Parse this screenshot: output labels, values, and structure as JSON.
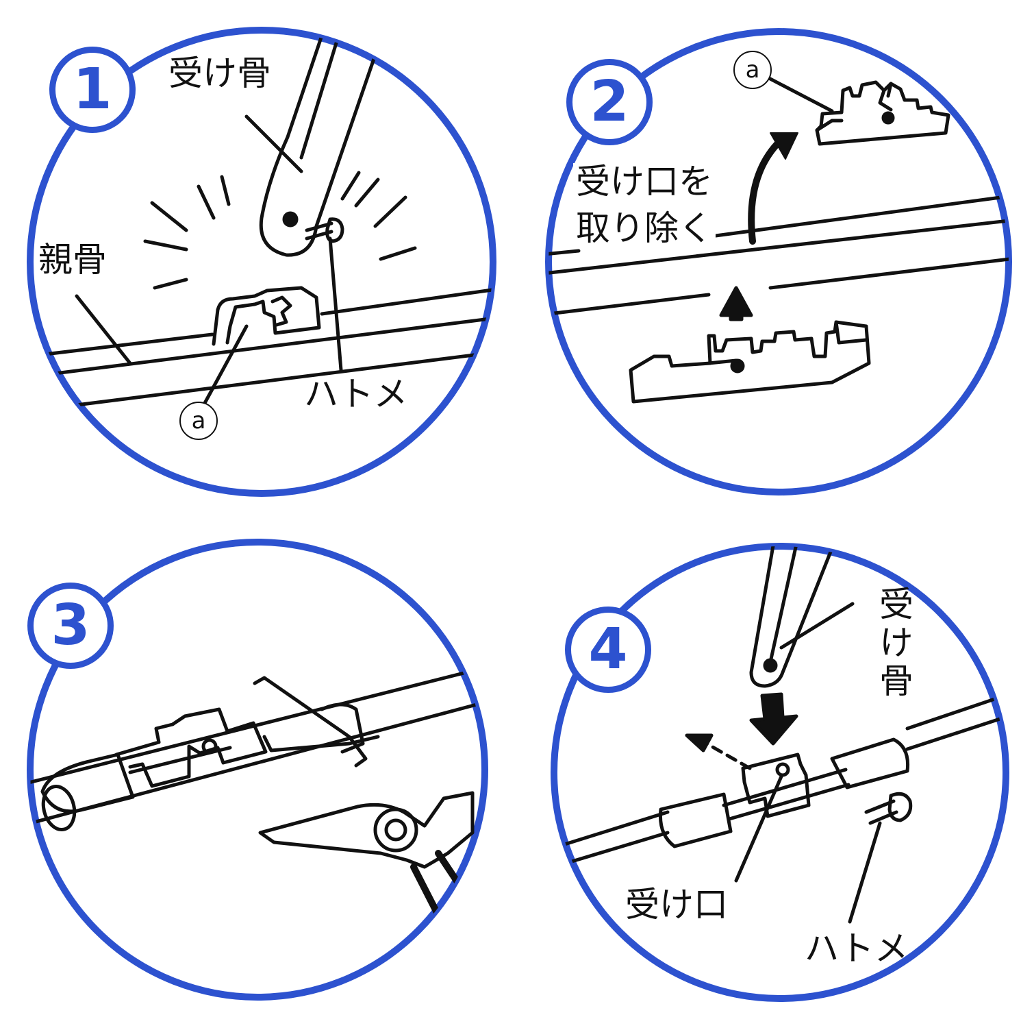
{
  "colors": {
    "accent": "#2d52cf",
    "line": "#111111",
    "background": "#ffffff"
  },
  "panels": [
    {
      "number": "1",
      "labels": {
        "rib_top": "受け骨",
        "main_rib": "親骨",
        "eyelet": "ハトメ",
        "marker": "a"
      }
    },
    {
      "number": "2",
      "labels": {
        "instruction_line1": "受け口を",
        "instruction_line2": "取り除く",
        "marker": "a"
      }
    },
    {
      "number": "3",
      "labels": {}
    },
    {
      "number": "4",
      "labels": {
        "rib_top": "受け骨",
        "receiver": "受け口",
        "eyelet": "ハトメ"
      }
    }
  ]
}
